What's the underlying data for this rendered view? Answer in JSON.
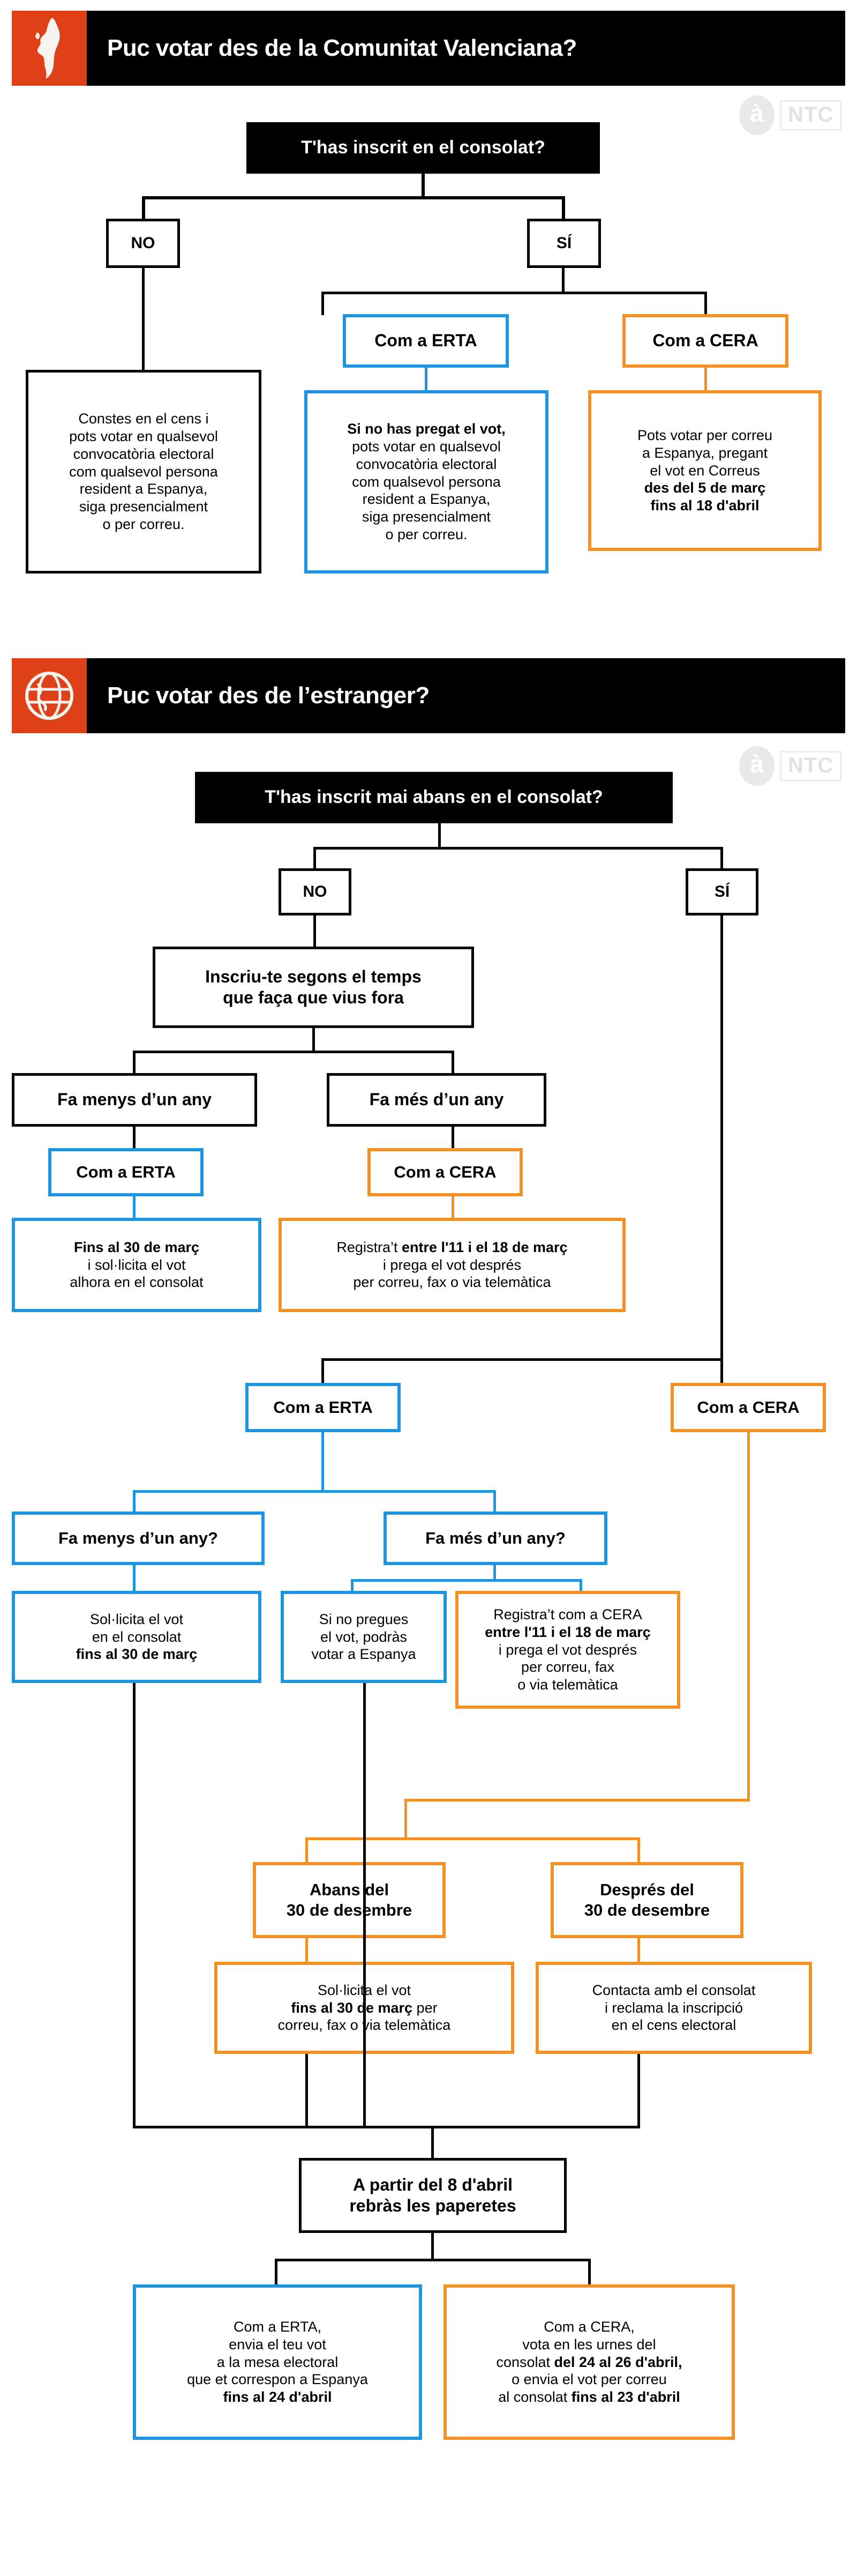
{
  "colors": {
    "accent_orange": "#DE4117",
    "line_blue": "#1E96DF",
    "line_orange": "#F29124",
    "black": "#000000",
    "white": "#FFFFFF"
  },
  "watermark": {
    "circle_letter": "à",
    "box_text": "NTC"
  },
  "section1": {
    "banner_title": "Puc votar des de la Comunitat Valenciana?",
    "banner_icon": "valencia-map-icon",
    "root": "T'has inscrit en el consolat?",
    "branch_no": "NO",
    "branch_si": "SÍ",
    "no_text_l1": "Constes en el cens i",
    "no_text_l2": "pots votar en qualsevol",
    "no_text_l3": "convocatòria electoral",
    "no_text_l4": "com qualsevol persona",
    "no_text_l5": "resident a Espanya,",
    "no_text_l6": "siga presencialment",
    "no_text_l7": "o per correu.",
    "erta_label": "Com a ERTA",
    "erta_bold": "Si no has pregat el vot,",
    "erta_l2": "pots votar en qualsevol",
    "erta_l3": "convocatòria electoral",
    "erta_l4": "com qualsevol persona",
    "erta_l5": "resident a Espanya,",
    "erta_l6": "siga presencialment",
    "erta_l7": "o per correu.",
    "cera_label": "Com a CERA",
    "cera_l1": "Pots votar per correu",
    "cera_l2": "a Espanya, pregant",
    "cera_l3": "el vot en Correus",
    "cera_b1": "des del 5 de març",
    "cera_b2": "fins al 18 d'abril"
  },
  "section2": {
    "banner_title": "Puc votar des de l’estranger?",
    "banner_icon": "globe-icon",
    "root": "T'has inscrit mai abans en el consolat?",
    "branch_no": "NO",
    "branch_si": "SÍ",
    "inscriu_l1": "Inscriu-te segons el temps",
    "inscriu_l2": "que faça que vius fora",
    "menys_any": "Fa menys d’un any",
    "mes_any": "Fa més d’un any",
    "erta_label": "Com a ERTA",
    "cera_label": "Com a CERA",
    "erta_detail_b": "Fins al 30 de març",
    "erta_detail_l2": "i sol·licita el vot",
    "erta_detail_l3": "alhora en el consolat",
    "cera_detail_l1a": "Registra’t ",
    "cera_detail_l1b": "entre l'11 i el 18 de març",
    "cera_detail_l2": "i prega el vot després",
    "cera_detail_l3": "per correu, fax o via telemàtica",
    "erta2_label": "Com a ERTA",
    "cera2_label": "Com a CERA",
    "menys_any_q": "Fa menys d’un any?",
    "mes_any_q": "Fa més d’un any?",
    "solicita_l1": "Sol·licita el vot",
    "solicita_l2": "en el consolat",
    "solicita_b": "fins al 30 de març",
    "sinopregues_l1": "Si no pregues",
    "sinopregues_l2": "el vot, podràs",
    "sinopregues_l3": "votar a Espanya",
    "registra_l1": "Registra’t com a CERA",
    "registra_b": "entre l'11 i el 18 de març",
    "registra_l3": "i prega el vot després",
    "registra_l4": "per correu, fax",
    "registra_l5": "o via telemàtica",
    "abans_l1": "Abans del",
    "abans_l2": "30 de desembre",
    "despres_l1": "Després del",
    "despres_l2": "30 de desembre",
    "abans_d_l1": "Sol·licita el vot",
    "abans_d_b": "fins al 30 de març",
    "abans_d_l2b": " per",
    "abans_d_l3": "correu, fax o via telemàtica",
    "despres_d_l1": "Contacta amb el consolat",
    "despres_d_l2": "i reclama la inscripció",
    "despres_d_l3": "en el cens electoral",
    "paperetes_l1": "A partir del 8 d'abril",
    "paperetes_l2": "rebràs les paperetes",
    "final_erta_l1": "Com a ERTA,",
    "final_erta_l2": "envia el teu vot",
    "final_erta_l3": "a la mesa electoral",
    "final_erta_l4": "que et correspon a Espanya",
    "final_erta_b": "fins al 24 d'abril",
    "final_cera_l1": "Com a CERA,",
    "final_cera_l2": "vota en les urnes del",
    "final_cera_l3a": "consolat ",
    "final_cera_l3b": "del 24 al 26 d'abril,",
    "final_cera_l4": "o envia el vot per correu",
    "final_cera_l5a": "al consolat ",
    "final_cera_l5b": "fins al 23 d'abril"
  }
}
